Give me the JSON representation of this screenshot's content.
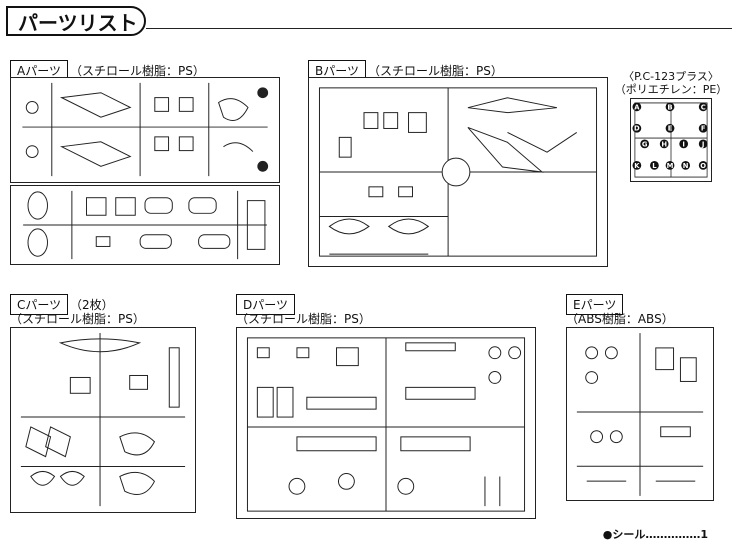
{
  "header": {
    "title": "パーツリスト"
  },
  "sections": {
    "a": {
      "tag": "Aパーツ",
      "material": "（スチロール樹脂：PS）"
    },
    "b": {
      "tag": "Bパーツ",
      "material": "（スチロール樹脂：PS）"
    },
    "pc": {
      "line1": "〈P.C-123プラス〉",
      "line2": "（ポリエチレン：PE）",
      "letters": [
        "A",
        "B",
        "C",
        "D",
        "E",
        "F",
        "G",
        "H",
        "I",
        "J",
        "K",
        "L",
        "M",
        "N",
        "O"
      ]
    },
    "c": {
      "tag": "Cパーツ",
      "count": "（2枚）",
      "material": "（スチロール樹脂：PS）"
    },
    "d": {
      "tag": "Dパーツ",
      "material": "（スチロール樹脂：PS）"
    },
    "e": {
      "tag": "Eパーツ",
      "material": "（ABS樹脂：ABS）"
    }
  },
  "footer": {
    "seal": "●シール……………1"
  }
}
